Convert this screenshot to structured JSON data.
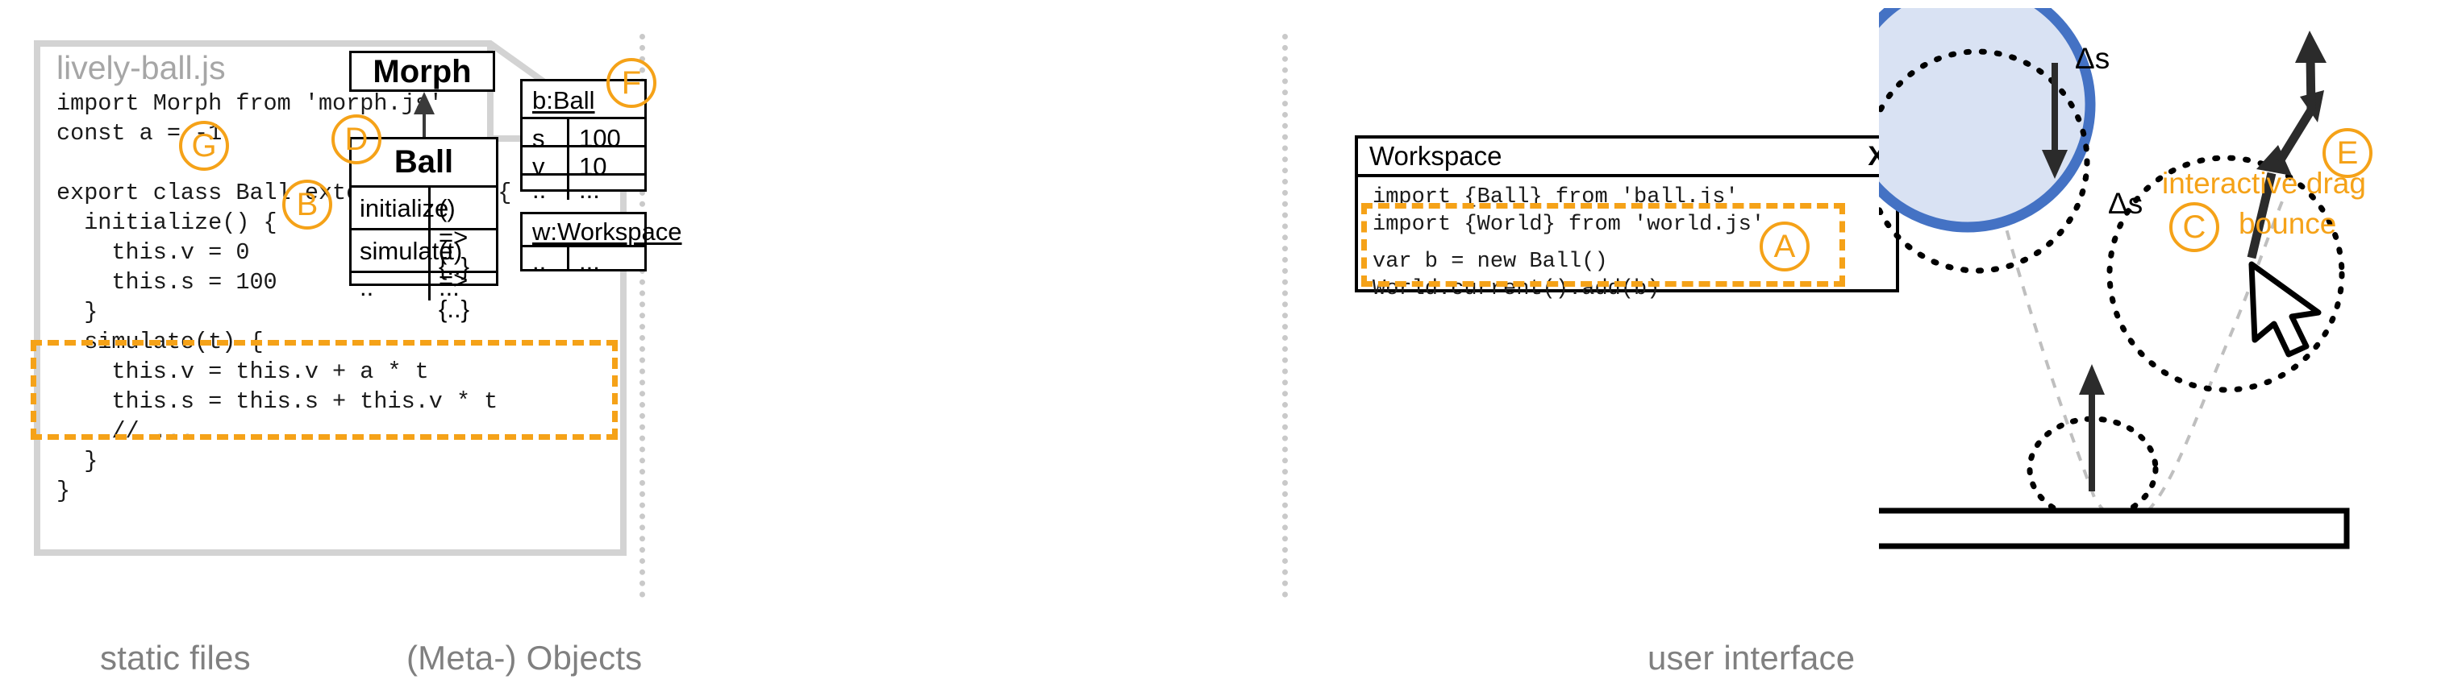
{
  "columns": [
    {
      "caption": "static files"
    },
    {
      "caption": "(Meta-) Objects"
    },
    {
      "caption": "user interface"
    }
  ],
  "static_files": {
    "file_title": "lively-ball.js",
    "code_top": "import Morph from 'morph.js'\nconst a = -1",
    "code_class_open": "export class Ball extends Morph {\n  initialize() {\n    this.v = 0\n    this.s = 100\n  }",
    "code_highlight": "  simulate(t) {\n    this.v = this.v + a * t\n    this.s = this.s + this.v * t",
    "code_tail": "    // ...\n  }\n}",
    "callout_g": "G",
    "callout_b": "B"
  },
  "meta_objects": {
    "superclass": {
      "name": "Morph"
    },
    "class": {
      "name": "Ball",
      "rows": [
        {
          "member": "initialize",
          "value": "() => {..}"
        },
        {
          "member": "simulate",
          "value": "(t) => {..}"
        },
        {
          "member": "..",
          "value": "..."
        }
      ]
    },
    "callout_d": "D",
    "callout_f": "F",
    "instance_ball": {
      "header": "b:Ball",
      "rows": [
        {
          "key": "s",
          "value": "100"
        },
        {
          "key": "v",
          "value": "10"
        },
        {
          "key": "..",
          "value": "..."
        }
      ]
    },
    "instance_workspace": {
      "header": "w:Workspace",
      "rows": [
        {
          "key": "..",
          "value": "..."
        }
      ]
    }
  },
  "user_interface": {
    "workspace": {
      "title": "Workspace",
      "close_label": "X",
      "code_imports": "import {Ball} from 'ball.js'\nimport {World} from 'world.js'",
      "code_highlight": "var b = new Ball()\nWorld.current().add(b)",
      "callout_a": "A"
    },
    "scene": {
      "delta_top": "Δs",
      "delta_bottom": "Δs",
      "callout_c": "C",
      "label_bounce": "bounce",
      "callout_e": "E",
      "label_drag": "interactive drag"
    }
  },
  "colors": {
    "accent_orange": "#F5A218",
    "ball_stroke": "#4472C4",
    "ball_fill": "#D9E2F3",
    "card_border": "#D3D3D3",
    "caption_gray": "#808080",
    "file_title_gray": "#A6A6A6"
  }
}
